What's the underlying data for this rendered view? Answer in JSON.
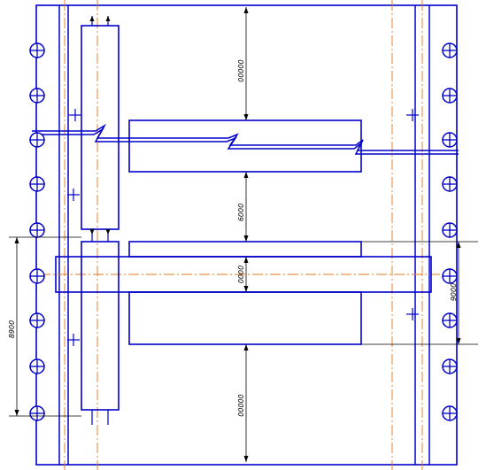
{
  "drawing": {
    "colors": {
      "structure": "#0000cc",
      "axis": "#e07820",
      "dimension": "#000000",
      "background": "#ffffff"
    },
    "dimensions": {
      "top_span": "00000",
      "middle_gap": "6000",
      "beam_depth": "0000",
      "bottom_span": "00000",
      "left_height": "8900",
      "right_height": "9000"
    },
    "pile_symbol": "circle-cross",
    "pile_count_left": 9,
    "pile_count_right": 9
  }
}
